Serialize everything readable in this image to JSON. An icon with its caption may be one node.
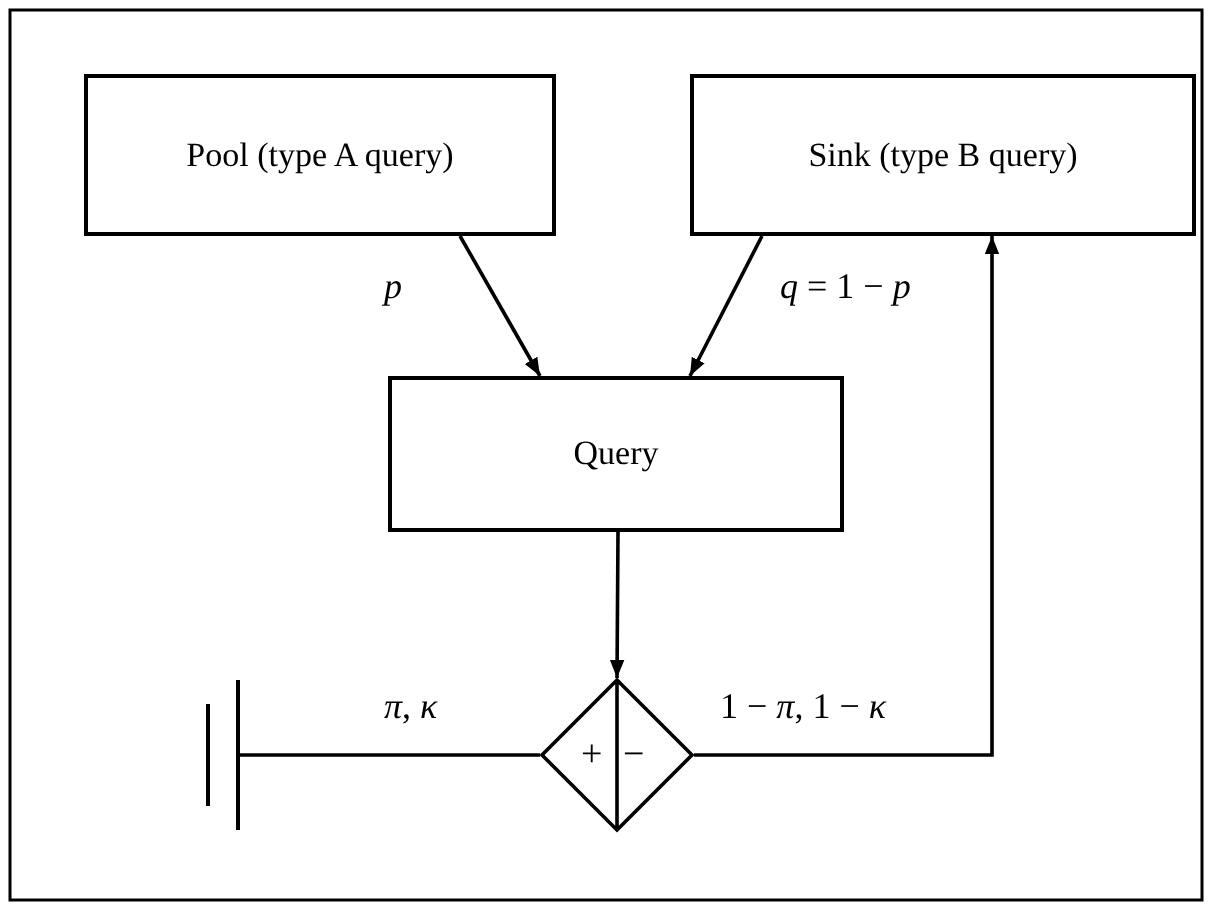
{
  "diagram": {
    "nodes": [
      {
        "text": [
          "Pool (type A query)"
        ]
      },
      {
        "text": [
          "Sink (type B query)"
        ]
      },
      {
        "text": [
          "Query"
        ]
      },
      {
        "text": [
          "+",
          "−"
        ]
      },
      {
        "text": [],
        "shape": "bar"
      }
    ],
    "edges": [
      {
        "from": 0,
        "to": 2,
        "arrow": "to",
        "label": "*p*"
      },
      {
        "from": 1,
        "to": 2,
        "arrow": "to",
        "label": "*q* = 1 − *p*"
      },
      {
        "from": 2,
        "to": 3,
        "arrow": "to"
      },
      {
        "from": 3,
        "to": 1,
        "arrow": "to",
        "label": "1 − *π*, 1 − *κ*"
      },
      {
        "from": 4,
        "to": 3,
        "arrow": "none",
        "label": "*π*, *κ*"
      }
    ]
  }
}
